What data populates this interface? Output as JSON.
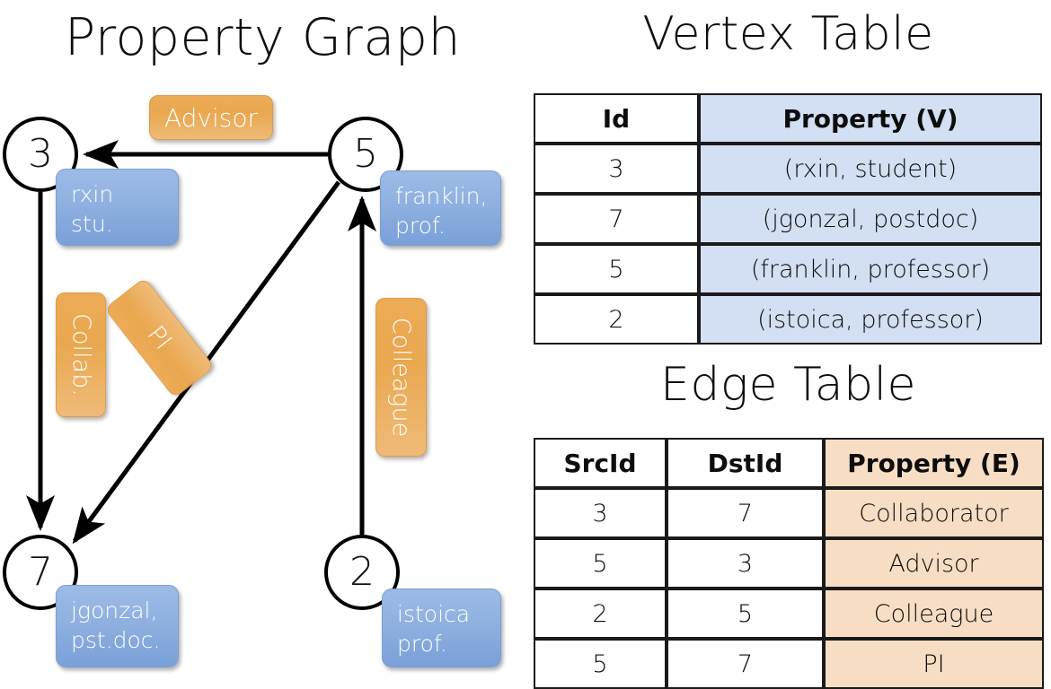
{
  "titles": {
    "property_graph": "Property Graph",
    "vertex_table": "Vertex Table",
    "edge_table": "Edge Table"
  },
  "graph": {
    "nodes": [
      {
        "id": "3",
        "name": "rxin",
        "role": "stu.",
        "label_lines": [
          "rxin",
          "stu."
        ]
      },
      {
        "id": "5",
        "name": "franklin",
        "role": "prof.",
        "label_lines": [
          "franklin,",
          "prof."
        ]
      },
      {
        "id": "7",
        "name": "jgonzal",
        "role": "pst.doc.",
        "label_lines": [
          "jgonzal,",
          "pst.doc."
        ]
      },
      {
        "id": "2",
        "name": "istoica",
        "role": "prof.",
        "label_lines": [
          "istoica",
          "prof."
        ]
      }
    ],
    "edge_badges": [
      {
        "key": "advisor",
        "label": "Advisor"
      },
      {
        "key": "collab",
        "label": "Collab."
      },
      {
        "key": "pi",
        "label": "PI"
      },
      {
        "key": "colleague",
        "label": "Colleague"
      }
    ],
    "edges": [
      {
        "from": "5",
        "to": "3",
        "label": "Advisor"
      },
      {
        "from": "3",
        "to": "7",
        "label": "Collab."
      },
      {
        "from": "5",
        "to": "7",
        "label": "PI"
      },
      {
        "from": "2",
        "to": "5",
        "label": "Colleague"
      }
    ]
  },
  "vertex_table": {
    "headers": [
      "Id",
      "Property (V)"
    ],
    "rows": [
      {
        "id": "3",
        "property": "(rxin, student)"
      },
      {
        "id": "7",
        "property": "(jgonzal, postdoc)"
      },
      {
        "id": "5",
        "property": "(franklin, professor)"
      },
      {
        "id": "2",
        "property": "(istoica, professor)"
      }
    ]
  },
  "edge_table": {
    "headers": [
      "SrcId",
      "DstId",
      "Property (E)"
    ],
    "rows": [
      {
        "src": "3",
        "dst": "7",
        "property": "Collaborator"
      },
      {
        "src": "5",
        "dst": "3",
        "property": "Advisor"
      },
      {
        "src": "2",
        "dst": "5",
        "property": "Colleague"
      },
      {
        "src": "5",
        "dst": "7",
        "property": "PI"
      }
    ]
  },
  "colors": {
    "vertex_property_fill": "#d3dff2",
    "edge_property_fill": "#f7ddc3",
    "node_box_blue": "#8fb0e0",
    "edge_badge_orange": "#e9a74f",
    "stroke": "#000000",
    "background": "#ffffff"
  }
}
